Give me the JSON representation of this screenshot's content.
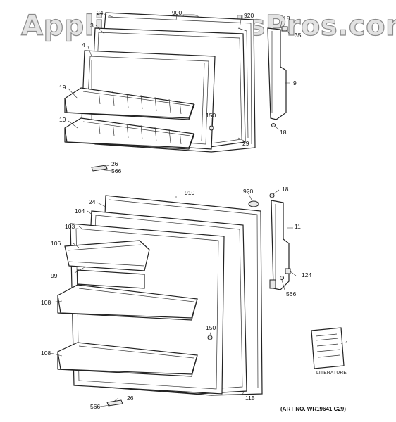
{
  "watermark": "AppliancePartsPros.com",
  "art_number": "(ART NO. WR19641 C29)",
  "literature_label": "LITERATURE",
  "callouts": {
    "c24a": "24",
    "c900": "900",
    "c920a": "920",
    "c18a": "18",
    "c3": "3",
    "c35": "35",
    "c4": "4",
    "c9": "9",
    "c19a": "19",
    "c19b": "19",
    "c150a": "150",
    "c29": "29",
    "c18b": "18",
    "c26a": "26",
    "c566a": "566",
    "c910": "910",
    "c920b": "920",
    "c18c": "18",
    "c24b": "24",
    "c104": "104",
    "c11": "11",
    "c103": "103",
    "c106": "106",
    "c99": "99",
    "c124": "124",
    "c566b": "566",
    "c108a": "108",
    "c150b": "150",
    "c108b": "108",
    "c1": "1",
    "c115": "115",
    "c26b": "26",
    "c566c": "566"
  }
}
